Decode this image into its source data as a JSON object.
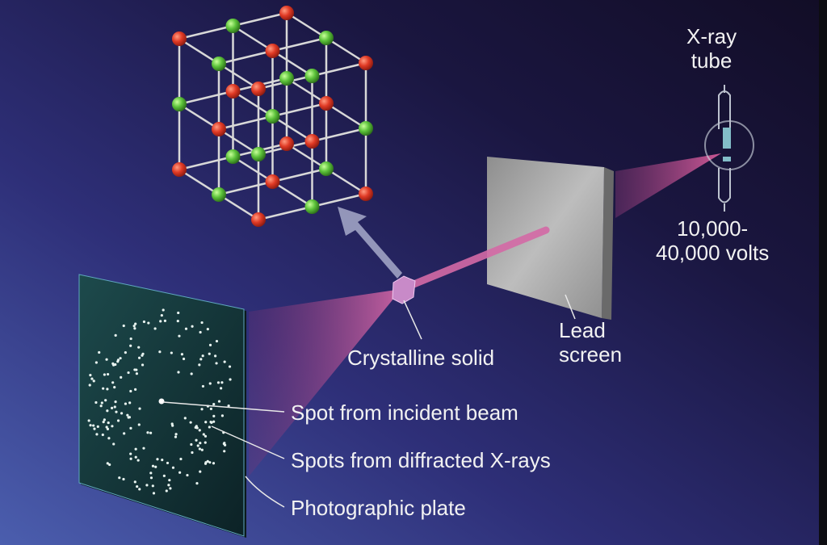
{
  "labels": {
    "xray_tube": [
      "X-ray",
      "tube"
    ],
    "voltage": [
      "10,000-",
      "40,000 volts"
    ],
    "lead_screen": [
      "Lead",
      "screen"
    ],
    "crystalline_solid": "Crystalline solid",
    "spot_incident": "Spot from incident beam",
    "spots_diffracted": "Spots from diffracted X-rays",
    "photographic_plate": "Photographic plate"
  },
  "colors": {
    "background_light": "#4a5aa8",
    "background_dark": "#130f2a",
    "beam": "#d0508f",
    "atom_a": "#e03a25",
    "atom_b": "#5cc23a",
    "plate": "#153a3e",
    "lead": "#a8a8a8"
  }
}
